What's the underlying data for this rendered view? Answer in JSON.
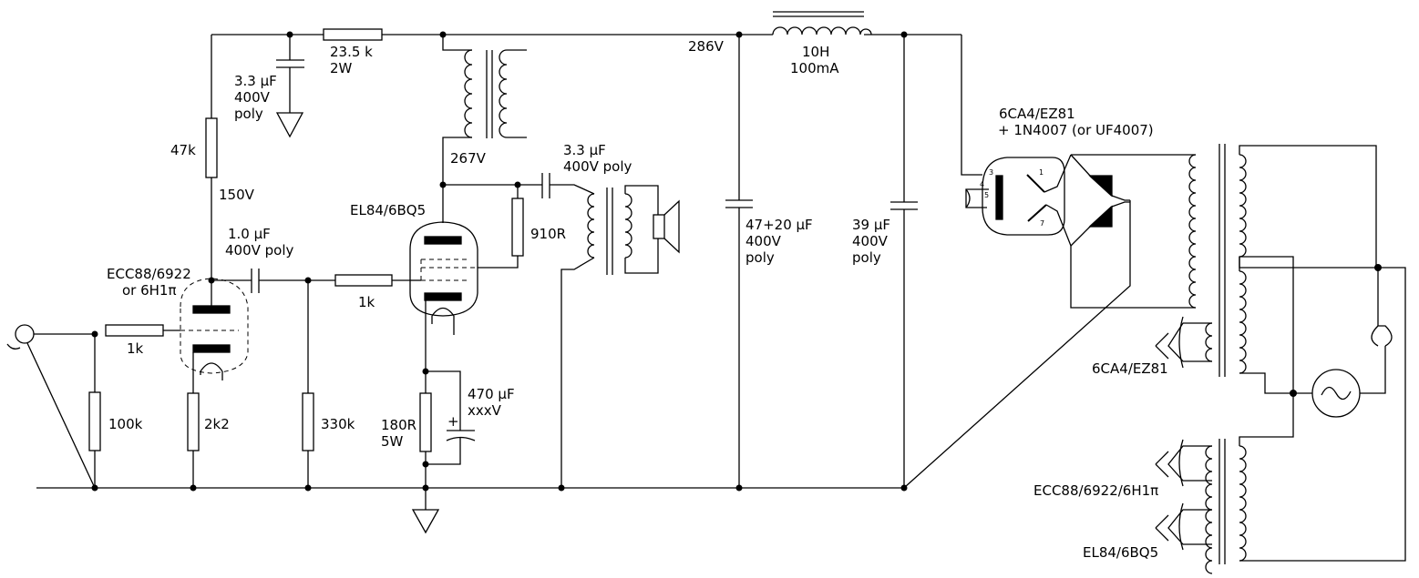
{
  "labels": {
    "c_out_val": "3.3 µF",
    "c_out_rating": "400V poly",
    "c_hb_val": "3.3 µF",
    "c_hb_v": "400V",
    "c_hb_type": "poly",
    "r_drop_val": "23.5 k",
    "r_drop_w": "2W",
    "r_plate_val": "47k",
    "v_150": "150V",
    "c_couple_val": "1.0 µF",
    "c_couple_rating": "400V poly",
    "v1_name1": "ECC88/6922",
    "v1_name2": "or 6H1π",
    "r_in_val": "1k",
    "r_gl_val": "100k",
    "r_cath1_val": "2k2",
    "r_grid2_val": "330k",
    "r_stop_val": "1k",
    "v2_name": "EL84/6BQ5",
    "r_fb_val": "910R",
    "v_267": "267V",
    "v_286": "286V",
    "r_cath2_val": "180R",
    "r_cath2_w": "5W",
    "c_cath2_val": "470 µF",
    "c_cath2_v": "xxxV",
    "choke_val": "10H",
    "choke_i": "100mA",
    "c1_val": "47+20 µF",
    "c1_v": "400V",
    "c1_type": "poly",
    "c2_val": "39 µF",
    "c2_v": "400V",
    "c2_type": "poly",
    "rect_name": "6CA4/EZ81",
    "rect_alt": "+ 1N4007 (or UF4007)",
    "ht_rect": "6CA4/EZ81",
    "ht_pre": "ECC88/6922/6H1π",
    "ht_out": "EL84/6BQ5",
    "plus": "+",
    "pin3": "3",
    "pin4": "4",
    "pin5": "5",
    "pin1": "1",
    "pin7": "7"
  }
}
